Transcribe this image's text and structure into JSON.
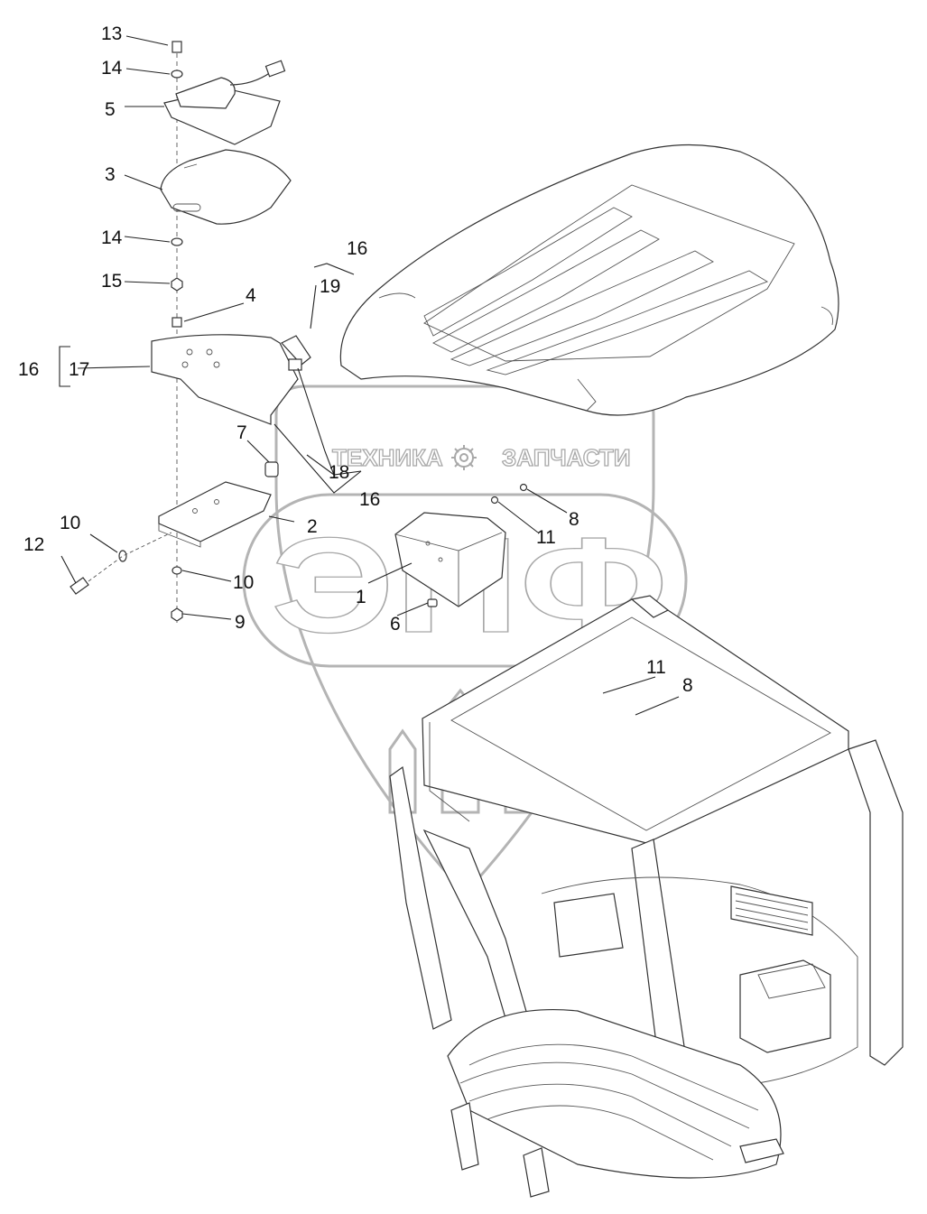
{
  "watermark": {
    "top_left_text": "ТЕХНИКА",
    "top_right_text": "ЗАПЧАСТИ",
    "main_text": "ЭПФ",
    "icon": "gear-icon"
  },
  "callouts": {
    "c13": "13",
    "c14a": "14",
    "c5": "5",
    "c3": "3",
    "c14b": "14",
    "c15": "15",
    "c16a": "16",
    "c19": "19",
    "c4": "4",
    "c16b": "16",
    "c17": "17",
    "c7": "7",
    "c18": "18",
    "c16c": "16",
    "c2": "2",
    "c8a": "8",
    "c11a": "11",
    "c10a": "10",
    "c12": "12",
    "c1": "1",
    "c10b": "10",
    "c6": "6",
    "c9": "9",
    "c11b": "11",
    "c8b": "8"
  }
}
